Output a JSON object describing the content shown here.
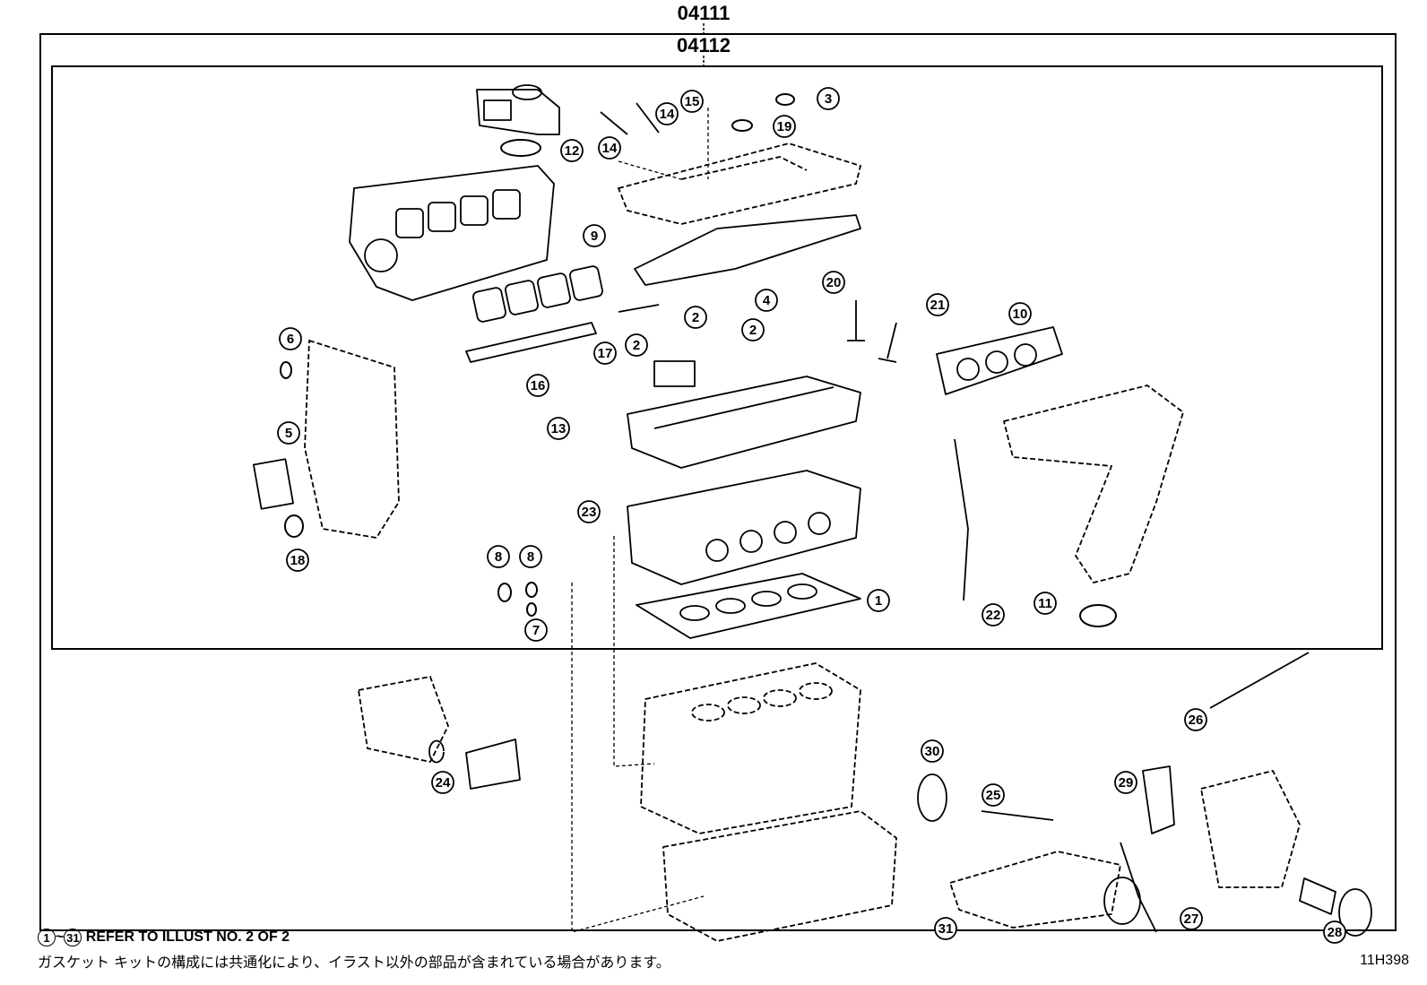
{
  "diagram": {
    "outer_code": "04111",
    "inner_code": "04112",
    "illustration_id": "11H398",
    "callouts": [
      "1",
      "2",
      "3",
      "4",
      "5",
      "6",
      "7",
      "8",
      "9",
      "10",
      "11",
      "12",
      "13",
      "14",
      "15",
      "16",
      "17",
      "18",
      "19",
      "20",
      "21",
      "22",
      "23",
      "24",
      "25",
      "26",
      "27",
      "28",
      "29",
      "30",
      "31"
    ]
  },
  "footer": {
    "range_start": "1",
    "range_tilde": "~",
    "range_end": "31",
    "refer_text": "REFER TO ILLUST NO. 2 OF 2",
    "japanese_note": "ガスケット キットの構成には共通化により、イラスト以外の部品が含まれている場合があります。"
  }
}
